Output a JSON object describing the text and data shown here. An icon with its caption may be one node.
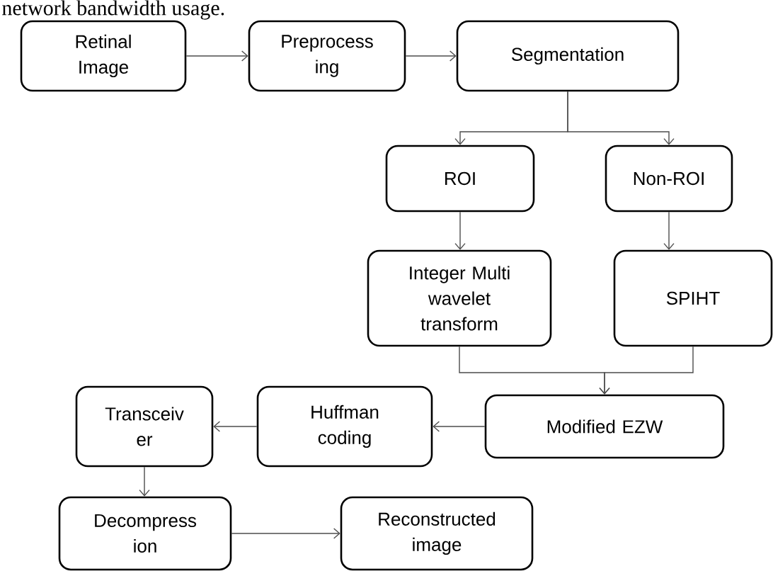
{
  "diagram": {
    "nodes": [
      {
        "text": [
          "Retinal Image"
        ]
      },
      {
        "text": [
          "Preprocess ing"
        ]
      },
      {
        "text": [
          "Segmentation"
        ]
      },
      {
        "text": [
          "ROI"
        ]
      },
      {
        "text": [
          "Non-ROI"
        ]
      },
      {
        "text": [
          "Integer Multi wavelet transform"
        ]
      },
      {
        "text": [
          "SPIHT"
        ]
      },
      {
        "text": [
          "Modified EZW"
        ]
      },
      {
        "text": [
          "Huffman coding"
        ]
      },
      {
        "text": [
          "Transceiv er"
        ]
      },
      {
        "text": [
          "Decompress ion"
        ]
      },
      {
        "text": [
          "Reconstructed image"
        ]
      }
    ],
    "edges": [
      {
        "from": 0,
        "to": 1,
        "arrow": "to"
      },
      {
        "from": 1,
        "to": 2,
        "arrow": "to"
      },
      {
        "from": 2,
        "to": 3,
        "arrow": "to"
      },
      {
        "from": 2,
        "to": 4,
        "arrow": "to"
      },
      {
        "from": 3,
        "to": 5,
        "arrow": "to"
      },
      {
        "from": 4,
        "to": 6,
        "arrow": "to"
      },
      {
        "from": 5,
        "to": 7,
        "arrow": "to"
      },
      {
        "from": 6,
        "to": 7,
        "arrow": "to"
      },
      {
        "from": 7,
        "to": 8,
        "arrow": "to"
      },
      {
        "from": 8,
        "to": 9,
        "arrow": "to"
      },
      {
        "from": 9,
        "to": 10,
        "arrow": "to"
      },
      {
        "from": 10,
        "to": 11,
        "arrow": "to"
      }
    ],
    "labels": [
      "network bandwidth usage."
    ]
  }
}
